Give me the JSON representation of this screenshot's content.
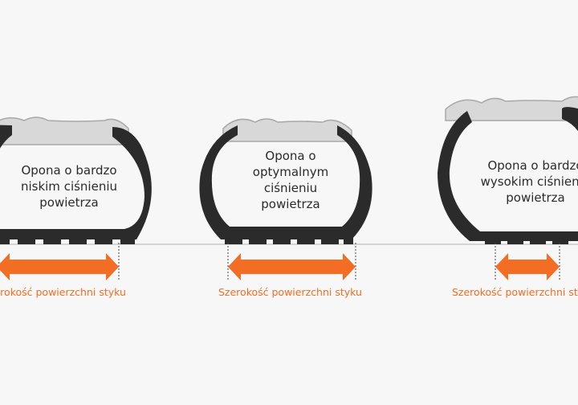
{
  "tires": [
    {
      "label_lines": [
        "Opona o bardzo",
        "niskim ciśnieniu",
        "powietrza"
      ],
      "contact_label": "Szerokość powierzchni styku"
    },
    {
      "label_lines": [
        "Opona o",
        "optymalnym",
        "ciśnieniu",
        "powietrza"
      ],
      "contact_label": "Szerokość powierzchni styku"
    },
    {
      "label_lines": [
        "Opona o bardzo",
        "wysokim ciśnieniu",
        "powietrza"
      ],
      "contact_label": "Szerokość powierzchni styku"
    }
  ],
  "colors": {
    "background": "#f7f7f7",
    "tire": "#2b2b2b",
    "rim": "#d8d8d8",
    "rim_outline": "#a8a8a8",
    "ground": "#d4d4d4",
    "arrow": "#f36d24",
    "contact_label": "#f36d24"
  },
  "icons": [
    "double-arrow-icon"
  ]
}
